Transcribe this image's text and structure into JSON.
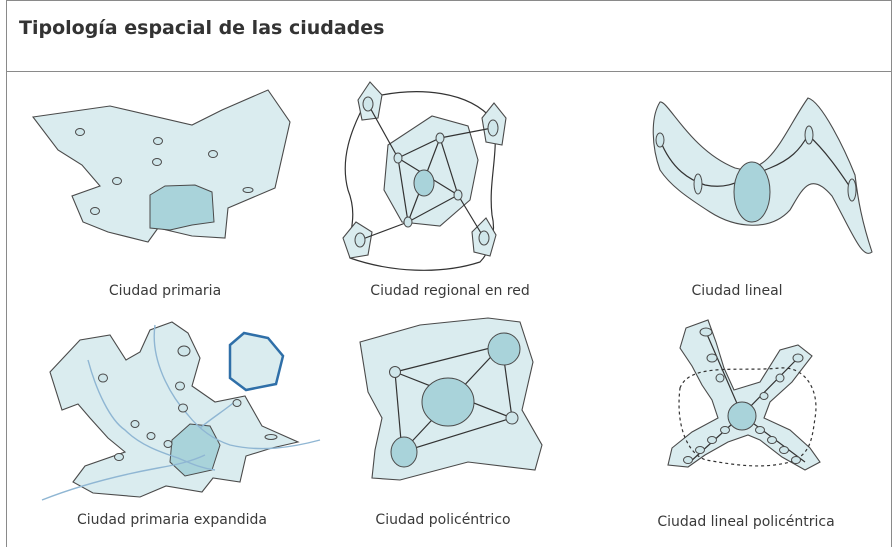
{
  "header": {
    "title": "Tipología espacial de las ciudades"
  },
  "panels": [
    {
      "caption": "Ciudad primaria"
    },
    {
      "caption": "Ciudad regional en red"
    },
    {
      "caption": "Ciudad lineal"
    },
    {
      "caption": "Ciudad primaria expandida"
    },
    {
      "caption": "Ciudad policéntrico"
    },
    {
      "caption": "Ciudad lineal policéntrica"
    }
  ],
  "colors": {
    "city_fill": "#daecef",
    "hub_fill": "#a9d3da",
    "outline": "#4a4a4a",
    "river": "#8fb6d3",
    "expansion_outline": "#2f6fa8"
  }
}
